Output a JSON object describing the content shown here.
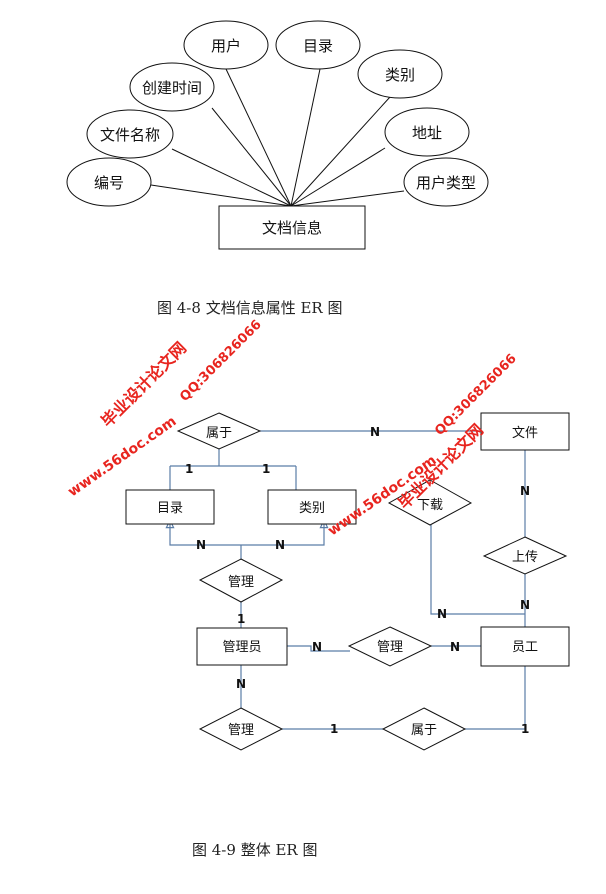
{
  "diagram1": {
    "entity": "文档信息",
    "attributes": [
      "用户",
      "目录",
      "类别",
      "创建时间",
      "地址",
      "文件名称",
      "用户类型",
      "编号"
    ],
    "caption": "图 4-8 文档信息属性 ER 图"
  },
  "diagram2": {
    "entities": {
      "catalog": "目录",
      "category": "类别",
      "file": "文件",
      "admin": "管理员",
      "employee": "员工"
    },
    "relations": {
      "belongs_top": "属于",
      "download": "下载",
      "upload": "上传",
      "manage_top": "管理",
      "manage_mid": "管理",
      "manage_bottom": "管理",
      "belongs_bottom": "属于"
    },
    "cardinalities": {
      "belongs_top_file": "N",
      "belongs_top_catalog": "1",
      "belongs_top_category": "1",
      "file_upload": "N",
      "upload_employee": "N",
      "download_employee": "N",
      "catalog_manage": "N",
      "category_manage": "N",
      "manage_admin": "1",
      "admin_manage_mid": "N",
      "manage_mid_employee": "N",
      "admin_manage_bottom": "N",
      "manage_bottom_belongs": "1",
      "belongs_bottom_employee": "1"
    },
    "caption": "图 4-9 整体 ER 图"
  },
  "watermarks": {
    "site1": "www.56doc.com",
    "brand1": "毕业设计论文网",
    "qq1": "QQ:306826066",
    "site2": "www.56doc.com",
    "brand2": "毕业设计论文网",
    "qq2": "QQ:306826066"
  },
  "colors": {
    "line": "#5b7da6",
    "stroke": "#111111",
    "watermark": "#e8251f"
  }
}
